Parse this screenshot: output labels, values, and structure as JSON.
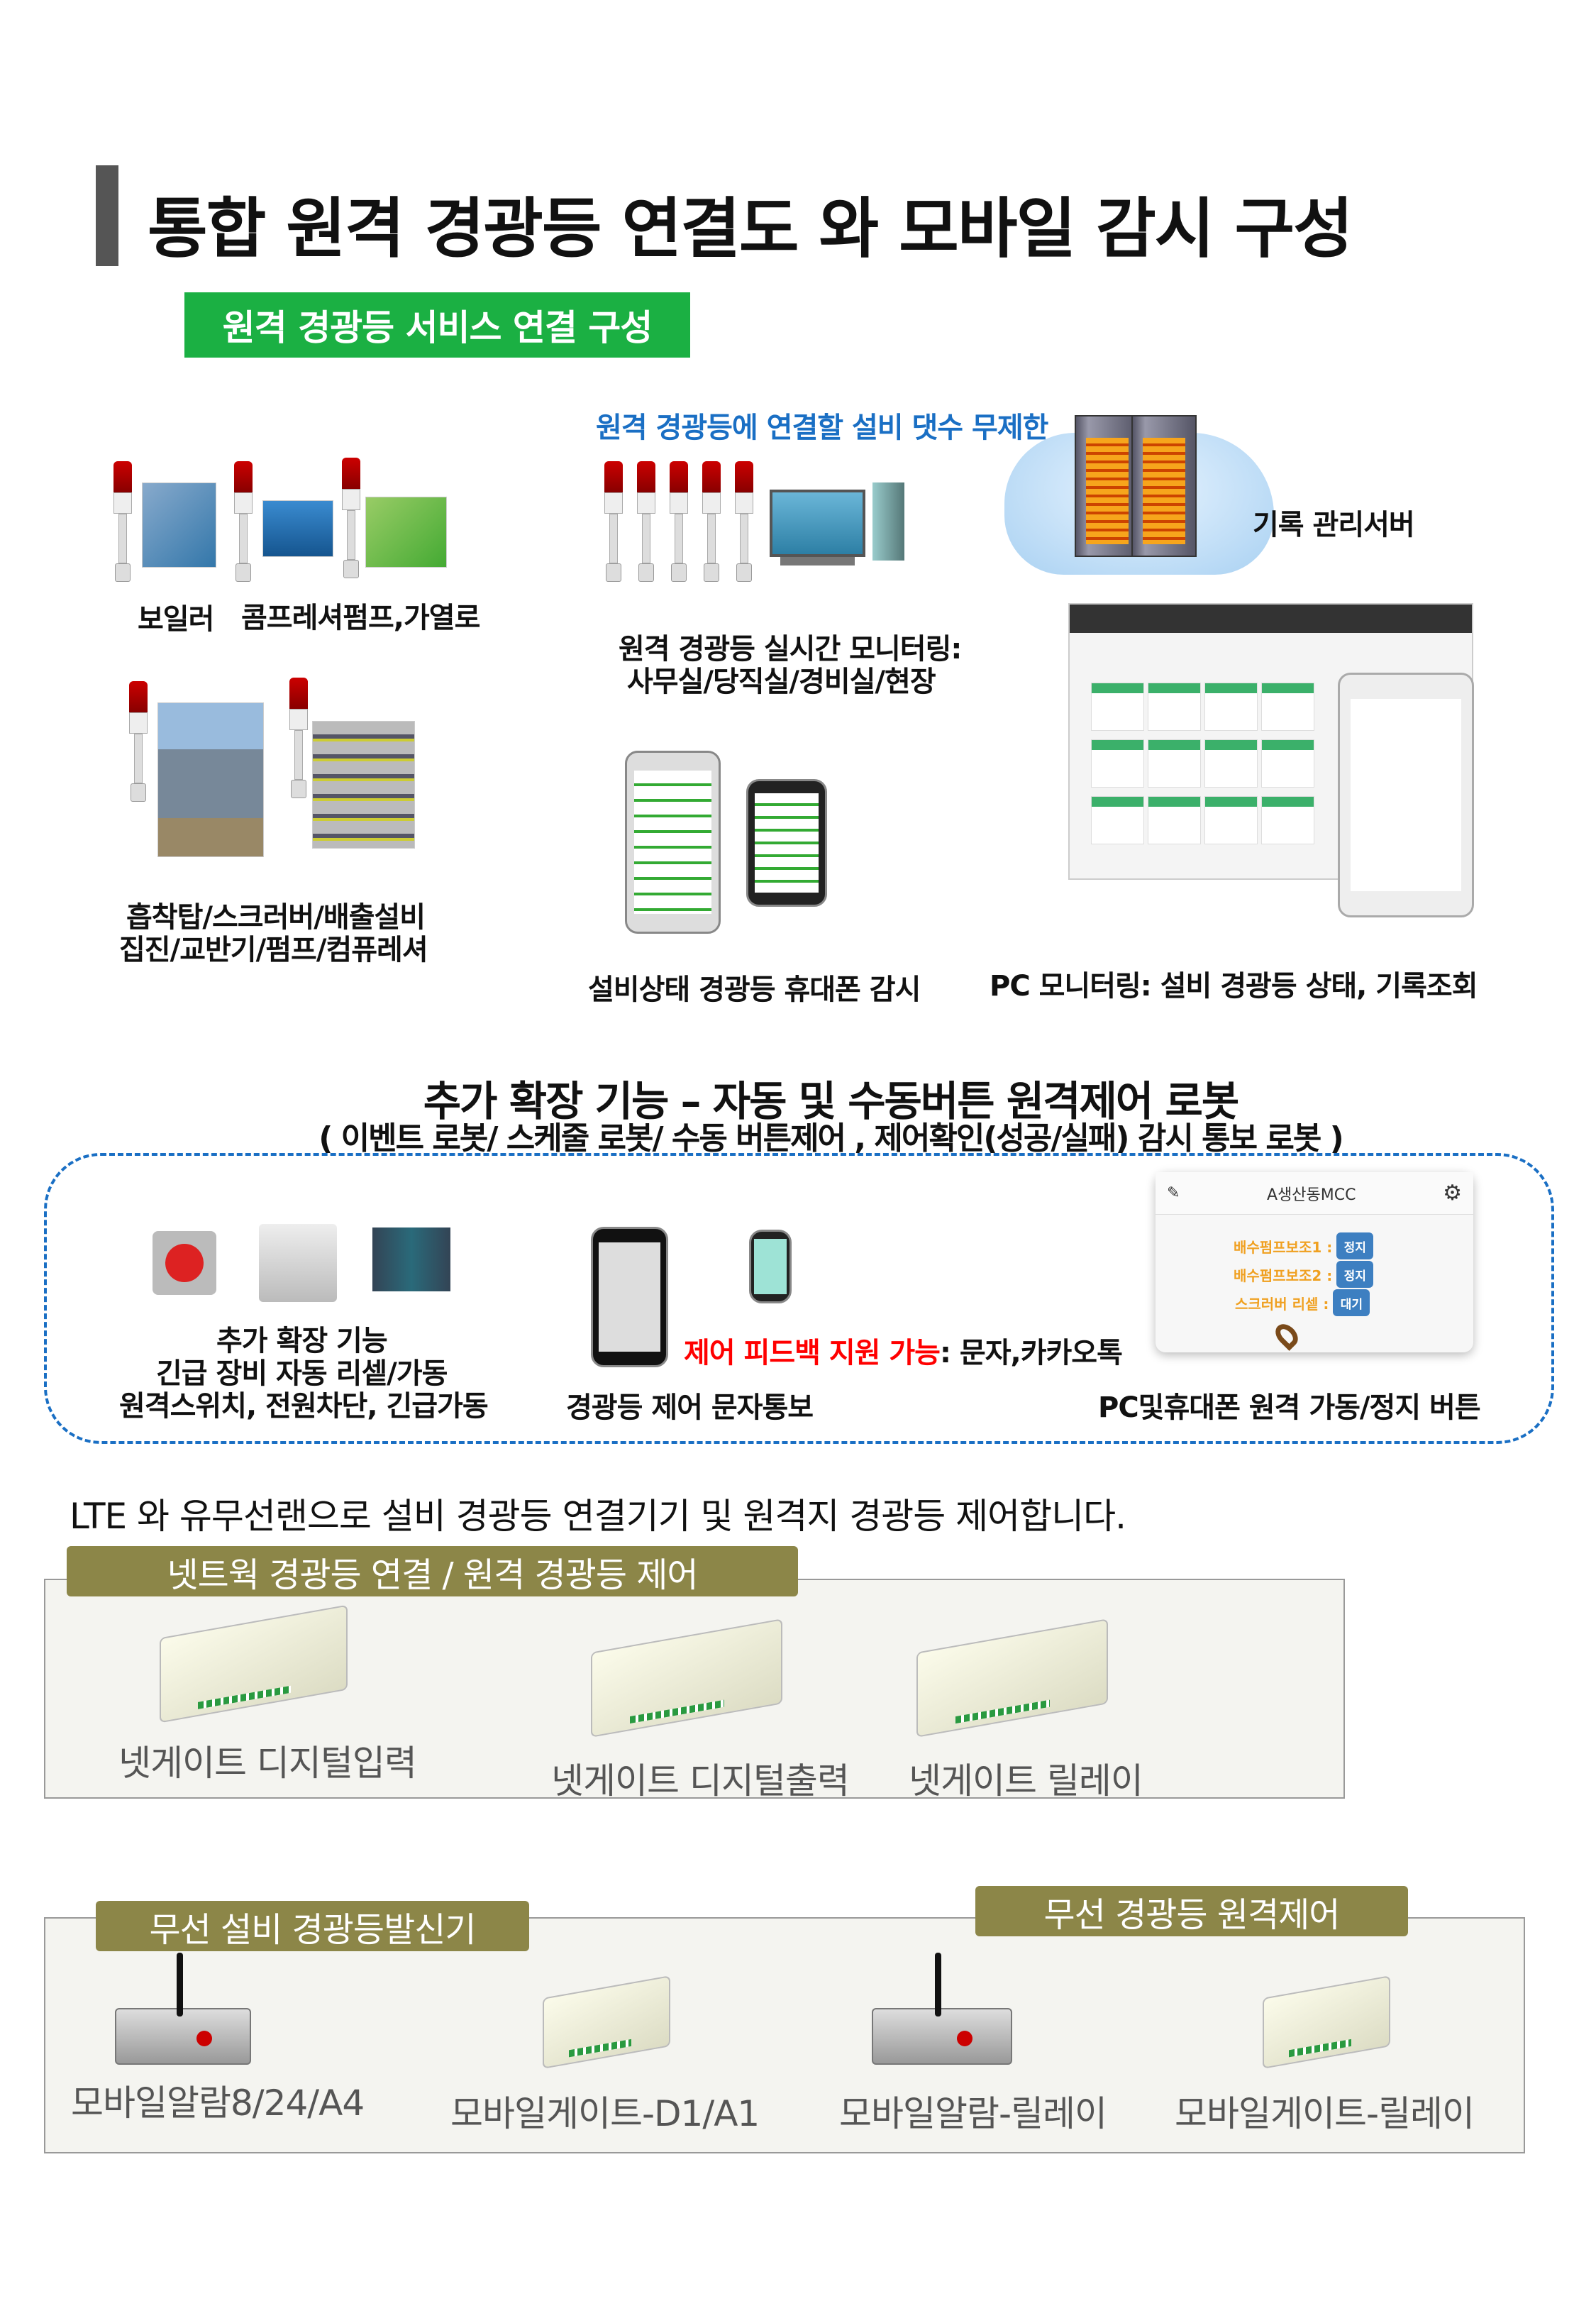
{
  "title": "통합 원격 경광등 연결도 와 모바일 감시 구성",
  "badge": "원격 경광등 서비스 연결 구성",
  "section1": {
    "unlimited_note": "원격 경광등에 연결할 설비 댓수 무제한",
    "boiler": "보일러",
    "compressor": "콤프레셔펌프,가열로",
    "server": "기록 관리서버",
    "monitoring_line1": "원격 경광등 실시간 모니터링:",
    "monitoring_line2": "사무실/당직실/경비실/현장",
    "scrubber_line1": "흡착탑/스크러버/배출설비",
    "scrubber_line2": "집진/교반기/펌프/컴퓨레셔",
    "phone_monitor": "설비상태 경광등 휴대폰 감시",
    "pc_monitor": "PC 모니터링: 설비 경광등 상태, 기록조회"
  },
  "section2": {
    "heading": "추가 확장 기능 – 자동 및 수동버튼 원격제어 로봇",
    "subheading": "( 이벤트 로봇/ 스케줄 로봇/ 수동 버튼제어 , 제어확인(성공/실패) 감시 통보 로봇 )",
    "ext_line1": "추가 확장 기능",
    "ext_line2": "긴급 장비 자동 리셑/가동",
    "ext_line3": "원격스위치, 전원차단, 긴급가동",
    "feedback_red": "제어 피드백 지원 가능",
    "feedback_black": ": 문자,카카오톡",
    "sms_label": "경광등 제어 문자통보",
    "mcc": {
      "title": "A생산동MCC",
      "rows": [
        {
          "label": "배수펌프보조1 :",
          "button": "정지"
        },
        {
          "label": "배수펌프보조2 :",
          "button": "정지"
        },
        {
          "label": "스크러버 리셑 :",
          "button": "대기"
        }
      ]
    },
    "pc_button_label": "PC및휴대폰  원격 가동/정지 버튼"
  },
  "lte_text": "LTE 와 유무선랜으로 설비 경광등 연결기기 및 원격지 경광등 제어합니다.",
  "network_group": {
    "tab": "넷트웍 경광등 연결 / 원격 경광등 제어",
    "items": [
      "넷게이트 디지털입력",
      "넷게이트 디지털출력",
      "넷게이트 릴레이"
    ]
  },
  "wireless_group": {
    "tab_left": "무선 설비 경광등발신기",
    "tab_right": "무선 경광등 원격제어",
    "items": [
      "모바일알람8/24/A4",
      "모바일게이트-D1/A1",
      "모바일알람-릴레이",
      "모바일게이트-릴레이"
    ]
  },
  "colors": {
    "badge": "#1bb043",
    "tab": "#8c8648",
    "dash": "#1a6fc4",
    "blue_text": "#1a6fc4",
    "red_text": "#ff0000"
  }
}
